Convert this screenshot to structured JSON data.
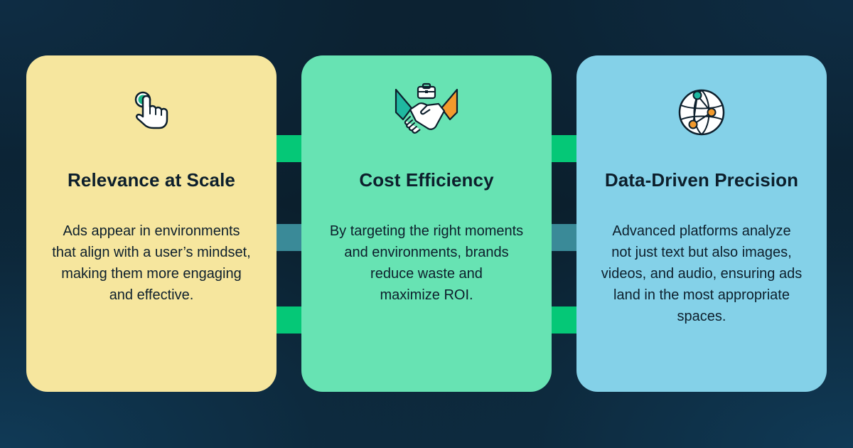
{
  "cards": [
    {
      "title": "Relevance at Scale",
      "icon": "pointer-hand-icon",
      "body_lines": [
        "Ads appear in environments",
        "that align with a user’s mindset,",
        "making them more engaging",
        "and effective."
      ]
    },
    {
      "title": "Cost Efficiency",
      "icon": "handshake-icon",
      "body_lines": [
        "By targeting the right moments",
        "and environments, brands",
        "reduce waste and",
        "maximize ROI."
      ]
    },
    {
      "title": "Data-Driven Precision",
      "icon": "globe-network-icon",
      "body_lines": [
        "Advanced platforms analyze",
        "not just text but also images,",
        "videos, and audio, ensuring ads",
        "land in the most appropriate",
        "spaces."
      ]
    }
  ],
  "colors": {
    "background": "#0b1f2d",
    "card_yellow": "#f6e69e",
    "card_green": "#67e3b3",
    "card_blue": "#84d1e8",
    "connector_green": "#05c877",
    "connector_teal": "#3a8a98",
    "text_dark": "#0d1f2c"
  }
}
